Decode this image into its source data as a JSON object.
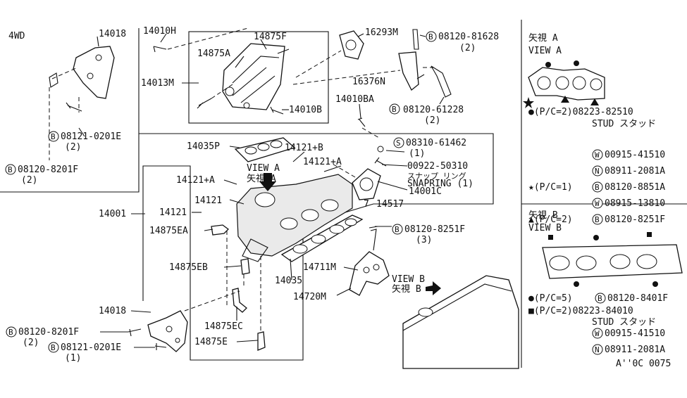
{
  "labels": {
    "fwd": "4WD",
    "p14018_top": "14018",
    "p14010h": "14010H",
    "p14875f": "14875F",
    "p14875a": "14875A",
    "p14013m": "14013M",
    "p14010b": "14010B",
    "p16293m": "16293M",
    "p08120_81628": "08120-81628",
    "q08120_81628": "(2)",
    "p16376n": "16376N",
    "p14010ba": "14010BA",
    "p08120_61228": "08120-61228",
    "q08120_61228": "(2)",
    "p08121_0201e_top": "08121-0201E",
    "q08121_0201e_top": "(2)",
    "p08120_8201f_left": "08120-8201F",
    "q08120_8201f_left": "(2)",
    "p14035p": "14035P",
    "p14121b": "14121+B",
    "p08310_61462": "08310-61462",
    "q08310_61462": "(1)",
    "view_a_jp": "VIEW A",
    "view_a_jp2": "矢視 A",
    "p14121a_left": "14121+A",
    "p14121a_right": "14121+A",
    "p00922_50310": "00922-50310",
    "snap_ring_jp": "スナップ リング",
    "snap_ring": "SNAPRING (1)",
    "p14121_1": "14121",
    "p14121_2": "14121",
    "p14001c": "14001C",
    "p7": "7",
    "p14517": "14517",
    "p14001": "14001",
    "p14875ea": "14875EA",
    "p08120_8251f_mid": "08120-8251F",
    "q08120_8251f_mid": "(3)",
    "p14711m": "14711M",
    "p14875eb": "14875EB",
    "p14035": "14035",
    "view_b_mid": "VIEW B",
    "view_b_mid_jp": "矢視 B",
    "p14720m": "14720M",
    "p14018_bot": "14018",
    "p14875ec": "14875EC",
    "p08120_8201f_bot": "08120-8201F",
    "q08120_8201f_bot": "(2)",
    "p14875e": "14875E",
    "p08121_0201e_bot": "08121-0201E",
    "q08121_0201e_bot": "(1)",
    "view_a_title_jp": "矢視 A",
    "view_a_title": "VIEW A",
    "va_dot": "●(P/C=2)08223-82510",
    "va_stud": "STUD スタッド",
    "va_w1": "00915-41510",
    "va_n1": "08911-2081A",
    "va_star1": "★(P/C=1)",
    "va_b1": "08120-8851A",
    "va_w2": "08915-13810",
    "va_tri": "▲(P/C=2)",
    "va_b2": "08120-8251F",
    "view_b_title_jp": "矢視 B",
    "view_b_title": "VIEW B",
    "vb_dot": "●(P/C=5)",
    "vb_b1": "08120-8401F",
    "vb_sq": "■(P/C=2)08223-84010",
    "vb_stud": "STUD スタッド",
    "vb_w1": "00915-41510",
    "vb_n1": "08911-2081A",
    "ref_code": "A''0C 0075"
  },
  "symbols": {
    "b": "B",
    "s": "S",
    "w": "W",
    "n": "N"
  }
}
